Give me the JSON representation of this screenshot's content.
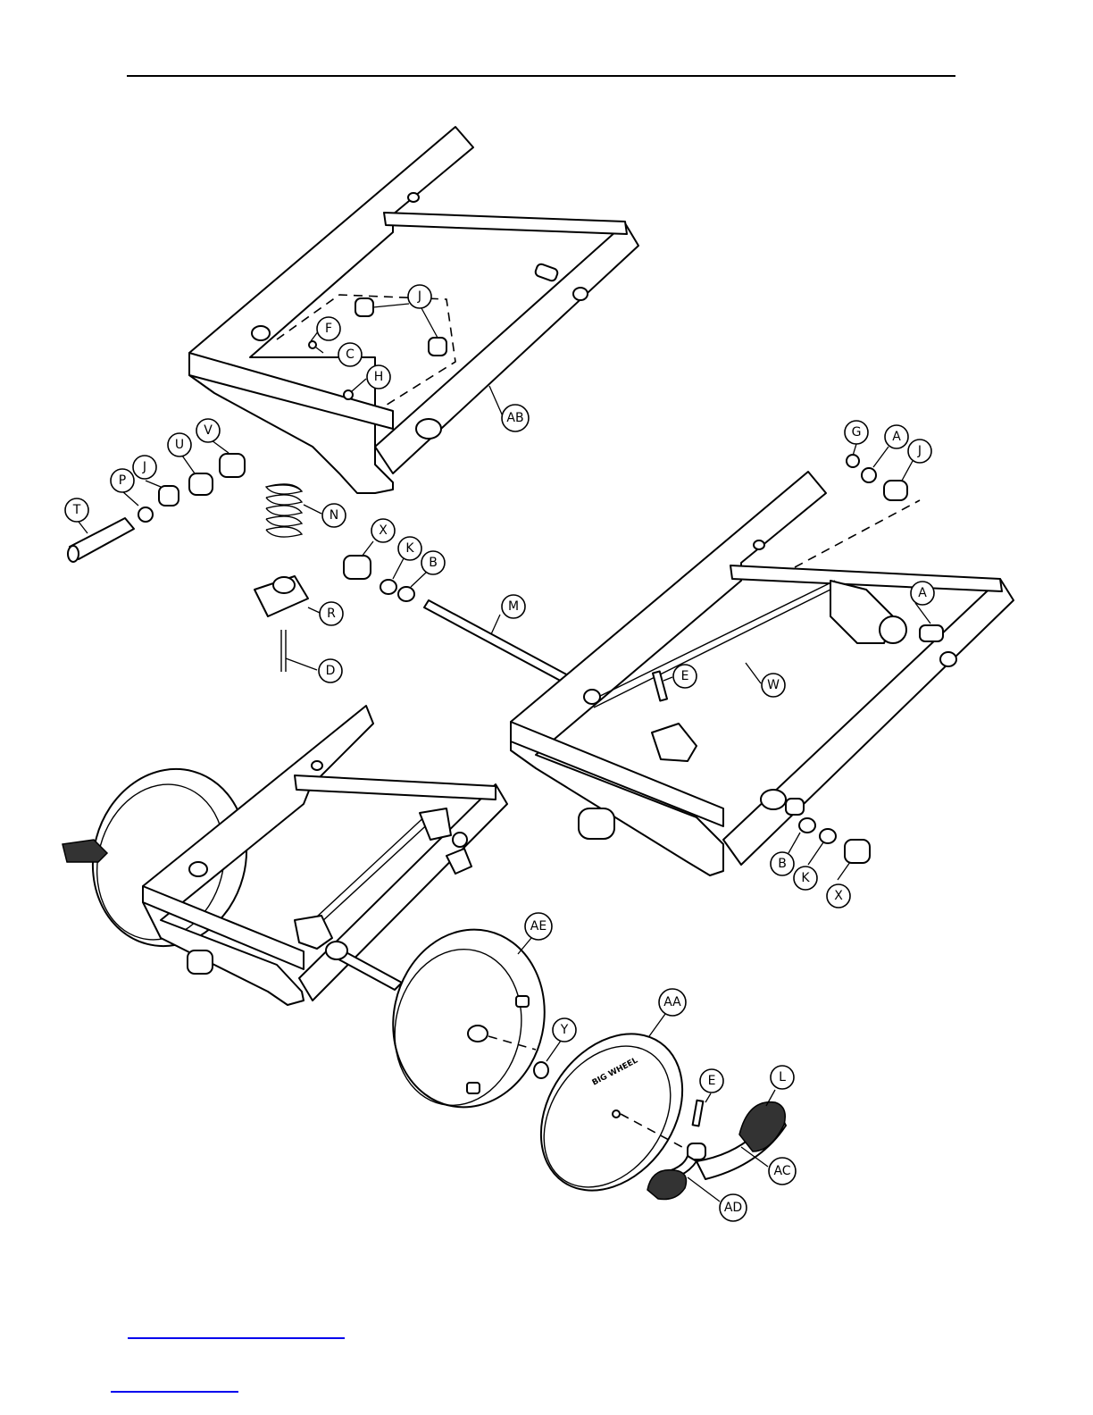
{
  "callouts": {
    "j_top": "J",
    "f": "F",
    "c": "C",
    "h": "H",
    "ab": "AB",
    "v": "V",
    "u": "U",
    "j_left": "J",
    "p": "P",
    "t": "T",
    "n": "N",
    "r": "R",
    "d": "D",
    "g": "G",
    "a_top": "A",
    "j_right": "J",
    "x_top": "X",
    "k_top": "K",
    "b_top": "B",
    "m": "M",
    "a_right": "A",
    "e_mid": "E",
    "w": "W",
    "b_bottom": "B",
    "k_bottom": "K",
    "x_bottom": "X",
    "ae": "AE",
    "y": "Y",
    "aa": "AA",
    "e_low": "E",
    "l": "L",
    "ac": "AC",
    "ad": "AD"
  },
  "wheel_cover_text": "BIG WHEEL"
}
